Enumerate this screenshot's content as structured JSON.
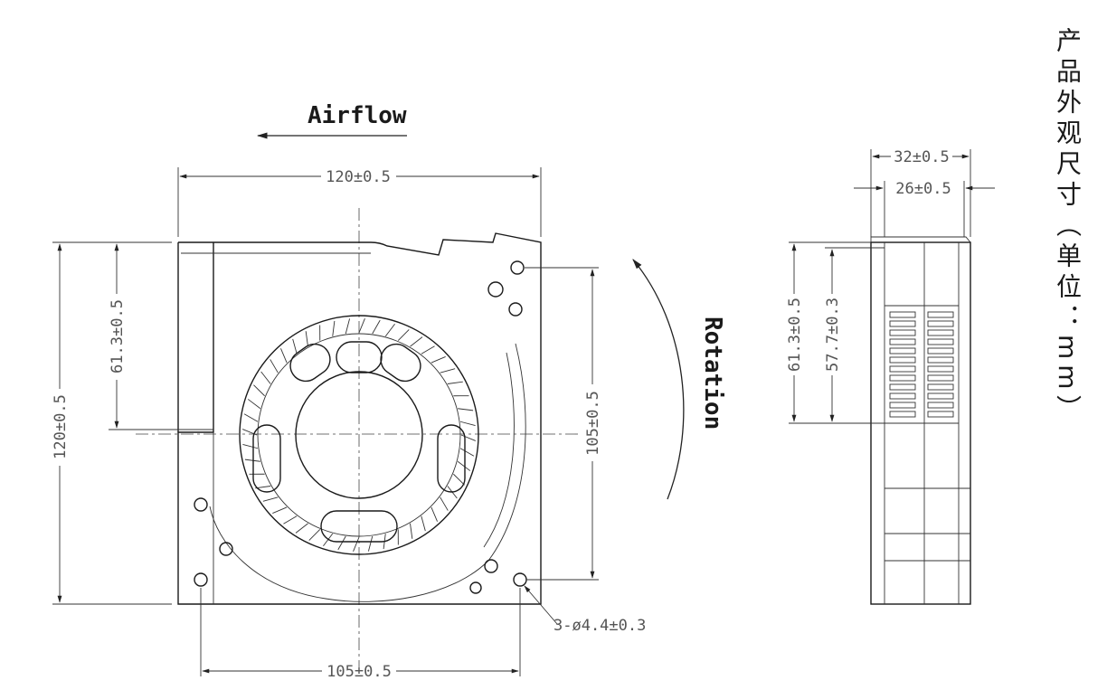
{
  "labels": {
    "airflow": "Airflow",
    "rotation": "Rotation",
    "front_width": "120±0.5",
    "front_height": "120±0.5",
    "outlet_height": "61.3±0.5",
    "hole_spacing_vertical": "105±0.5",
    "hole_spacing_horizontal": "105±0.5",
    "holes": "3-ø4.4±0.3",
    "side_thickness_total": "32±0.5",
    "side_thickness_body": "26±0.5",
    "side_outlet_outer": "61.3±0.5",
    "side_outlet_inner": "57.7±0.3",
    "title_vertical": "产品外观尺寸（单位：mm）"
  }
}
